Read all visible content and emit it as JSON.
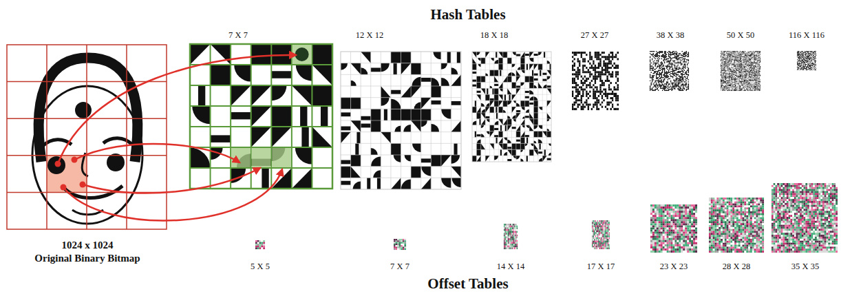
{
  "diagram": {
    "labels": [
      "Hash Tables",
      "7 X 7",
      "12 X 12",
      "18 X 18",
      "27 X 27",
      "38 X 38",
      "50 X 50",
      "116 X 116",
      "1024 x 1024",
      "Original Binary Bitmap",
      "5 X 5",
      "7 X 7",
      "14 X 14",
      "17 X 17",
      "23 X 23",
      "28 X 28",
      "35 X 35",
      "Offset Tables"
    ]
  }
}
